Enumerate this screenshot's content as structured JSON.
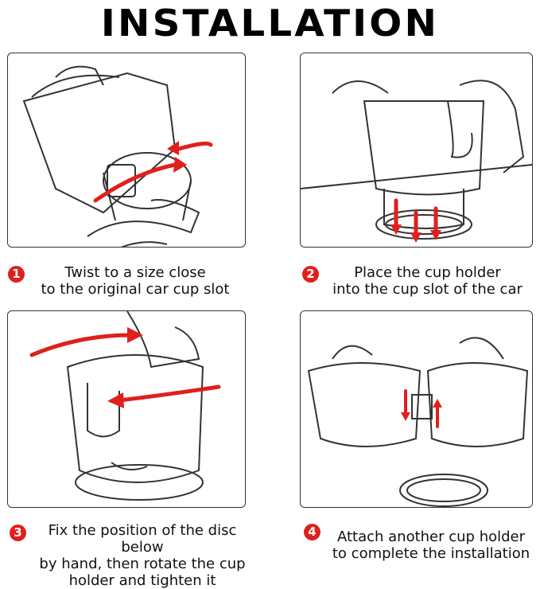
{
  "title": "INSTALLATION",
  "steps": [
    {
      "number": "1",
      "lines": [
        "Twist to a size close",
        "to the original car cup slot"
      ]
    },
    {
      "number": "2",
      "lines": [
        "Place the cup holder",
        "into the cup slot of the car"
      ]
    },
    {
      "number": "3",
      "lines": [
        "Fix the position of the disc below",
        "by hand, then rotate the cup",
        "holder and tighten it"
      ]
    },
    {
      "number": "4",
      "lines": [
        "Attach another cup holder",
        "to complete the installation"
      ]
    }
  ],
  "colors": {
    "accent": "#e0201c",
    "line": "#333333"
  },
  "icons": [
    "twist-illustration",
    "place-illustration",
    "rotate-illustration",
    "attach-illustration"
  ]
}
